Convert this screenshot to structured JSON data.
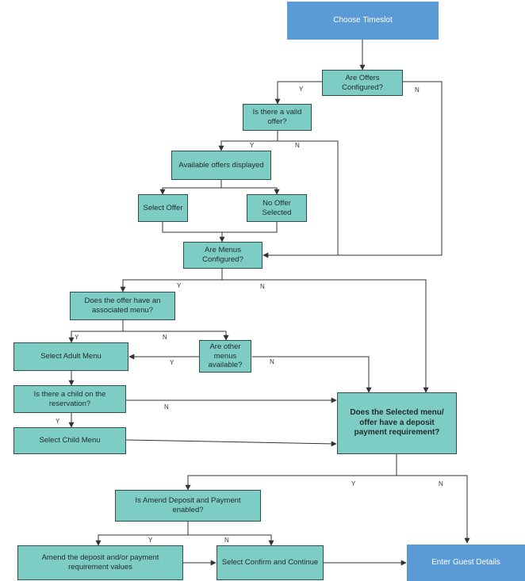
{
  "nodes": {
    "choose_timeslot": "Choose Timeslot",
    "are_offers_configured": "Are Offers Configured?",
    "valid_offer": "Is there a valid offer?",
    "available_offers": "Available offers displayed",
    "select_offer": "Select Offer",
    "no_offer_selected": "No Offer Selected",
    "are_menus_configured": "Are Menus Configured?",
    "offer_associated_menu": "Does the offer have an associated menu?",
    "select_adult_menu": "Select Adult Menu",
    "other_menus_available": "Are other menus available?",
    "child_on_reservation": "Is there  a child on the reservation?",
    "select_child_menu": "Select Child Menu",
    "deposit_requirement": "Does the Selected menu/ offer have a deposit payment requirement?",
    "amend_deposit_enabled": "Is Amend Deposit and Payment enabled?",
    "amend_values": "Amend the deposit and/or payment requirement values",
    "select_confirm": "Select Confirm and Continue",
    "enter_guest_details": "Enter Guest Details"
  },
  "labels": {
    "yes": "Y",
    "no": "N"
  },
  "colors": {
    "process_fill": "#7ecdc4",
    "terminal_fill": "#5b9bd5",
    "line": "#333333"
  }
}
